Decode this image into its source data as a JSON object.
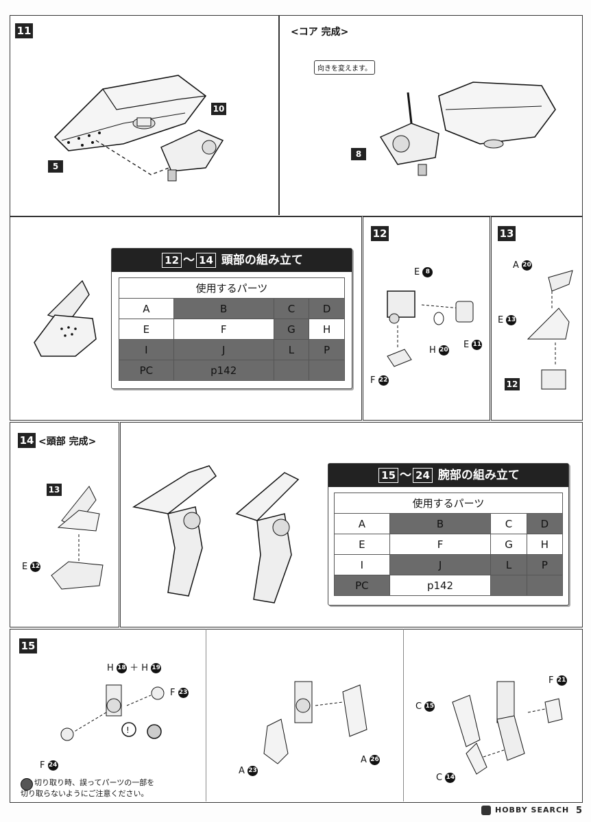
{
  "step11": {
    "num": "11",
    "callouts": [
      "5",
      "10"
    ]
  },
  "core": {
    "title": "<コア 完成>",
    "bubble": "向きを変えます。",
    "callout": "8"
  },
  "head_table": {
    "from": "12",
    "sep": "～",
    "to": "14",
    "title": "頭部の組み立て",
    "subtitle": "使用するパーツ",
    "rows": [
      [
        "A",
        "B",
        "C",
        "D"
      ],
      [
        "E",
        "F",
        "G",
        "H"
      ],
      [
        "I",
        "J",
        "L",
        "P"
      ],
      [
        "PC",
        "p142",
        "",
        ""
      ]
    ]
  },
  "step12": {
    "num": "12",
    "labels": [
      "E",
      "H",
      "E",
      "F"
    ],
    "nums": [
      "8",
      "20",
      "11",
      "22"
    ]
  },
  "step13": {
    "num": "13",
    "labels": [
      "A",
      "E"
    ],
    "nums": [
      "20",
      "13"
    ],
    "callout": "12"
  },
  "step14": {
    "num": "14",
    "title": "<頭部 完成>",
    "callout": "13",
    "label": "E",
    "labelnum": "12"
  },
  "arm_table": {
    "from": "15",
    "sep": "～",
    "to": "24",
    "title": "腕部の組み立て",
    "subtitle": "使用するパーツ",
    "rows": [
      [
        "A",
        "B",
        "C",
        "D"
      ],
      [
        "E",
        "F",
        "G",
        "H"
      ],
      [
        "I",
        "J",
        "L",
        "P"
      ],
      [
        "PC",
        "p142",
        "",
        ""
      ]
    ]
  },
  "step15": {
    "num": "15",
    "top": {
      "l1": "H",
      "n1": "18",
      "plus": "＋",
      "l2": "H",
      "n2": "19"
    },
    "f23": {
      "l": "F",
      "n": "23"
    },
    "f24": {
      "l": "F",
      "n": "24"
    },
    "a23": {
      "l": "A",
      "n": "23"
    },
    "a26": {
      "l": "A",
      "n": "26"
    },
    "f21": {
      "l": "F",
      "n": "21"
    },
    "c15": {
      "l": "C",
      "n": "15"
    },
    "c14": {
      "l": "C",
      "n": "14"
    },
    "warn1": "切り取り時、誤ってパーツの一部を",
    "warn2": "切り取らないようにご注意ください。"
  },
  "footer": {
    "brand": "HOBBY SEARCH",
    "page": "5"
  }
}
